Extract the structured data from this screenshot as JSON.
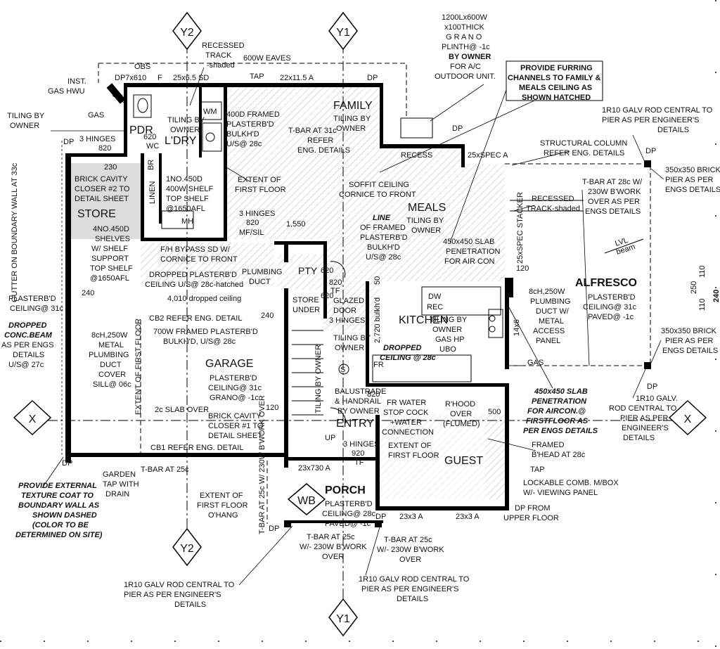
{
  "grid": {
    "y2_top": "Y2",
    "y1_top": "Y1",
    "y2_bottom": "Y2",
    "y1_bottom": "Y1",
    "x_left": "X",
    "x_right": "X",
    "wb": "WB"
  },
  "rooms": {
    "family": "FAMILY",
    "meals": "MEALS",
    "alfresco": "ALFRESCO",
    "store": "STORE",
    "garage": "GARAGE",
    "kitchen": "KITCHEN",
    "entry": "ENTRY",
    "guest": "GUEST",
    "porch": "PORCH",
    "pdr": "PDR",
    "ldry": "L'DRY",
    "pty": "PTY",
    "mh": "MH",
    "wm": "WM",
    "wc": "WC",
    "br": "BR",
    "linen": "LINEN",
    "dw": "DW",
    "rec": "REC",
    "fr": "FR",
    "s": "S"
  },
  "labels": {
    "recessed_track_top": [
      "RECESSED",
      "TRACK",
      "-shaded"
    ],
    "eaves": "600W EAVES",
    "obs": "OBS",
    "dp7x610": "DP7x610",
    "f_top": "F",
    "sd_25": "25x6.5  SD",
    "tap_top": "TAP",
    "a_22": "22x11.5  A",
    "dp_top": "DP",
    "inst_gas": [
      "INST.",
      "GAS HWU"
    ],
    "gas_left": "GAS",
    "tiling_owner_left": [
      "TILING BY",
      "OWNER"
    ],
    "pdr620": "620",
    "ldry_tiling": [
      "TILING BY",
      "OWNER"
    ],
    "framed_bulk": [
      "400D FRAMED",
      "PLASTERB'D",
      "BULKH'D",
      "U/S@ 28c"
    ],
    "family_tiling": [
      "TILING BY",
      "OWNER"
    ],
    "tbar31": [
      "T-BAR AT 31c",
      "REFER",
      "ENG. DETAILS"
    ],
    "plinth": [
      "1200Lx600W",
      "x100THICK",
      "G R A N O",
      "PLINTH@ -1c",
      "BY OWNER",
      "FOR A/C",
      "OUTDOOR UNIT."
    ],
    "furring": [
      "PROVIDE FURRING",
      "CHANNELS TO FAMILY &",
      "MEALS CEILING AS",
      "SHOWN HATCHED"
    ],
    "rod_top_right": [
      "1R10 GALV ROD CENTRAL TO",
      "PIER AS PER ENGINEER'S",
      "DETAILS"
    ],
    "dp_a1": "DP",
    "dp_a2": "DP",
    "three_hinges_a": "3 HINGES",
    "h820": "820",
    "h230": "230",
    "gutter": "GUTTER ON BOUNDARY WALL AT 33c",
    "brick_closer2": [
      "BRICK CAVITY",
      "CLOSER #2 TO",
      "DETAIL SHEET"
    ],
    "shelf450": [
      "1NO.450D",
      "400W SHELF",
      "TOP SHELF",
      "@1650AFL"
    ],
    "extent_ff1": [
      "EXTENT OF",
      "FIRST FLOOR"
    ],
    "recess": "RECESS",
    "spec_a": "25xSPEC  A",
    "struct_col": [
      "STRUCTURAL COLUMN",
      "REFER ENG. DETAILS"
    ],
    "dp_c1": "DP",
    "brick_pier1": [
      "350x350 BRICK",
      "PIER AS PER",
      "ENGS DETAILS"
    ],
    "soffit": [
      "SOFFIT CEILING",
      "CORNICE TO FRONT"
    ],
    "tbar28": [
      "T-BAR AT 28c W/",
      "230W B'WORK",
      "OVER AS PER",
      "ENGS DETAILS"
    ],
    "recessed_track_right": [
      "RECESSED",
      "TRACK-shaded"
    ],
    "stacker": "25xSPEC STACKER",
    "meals_tiling": [
      "TILING BY",
      "OWNER"
    ],
    "shelves4": [
      "4NO.450D",
      "SHELVES",
      "W/ SHELF",
      "SUPPORT",
      "TOP SHELF",
      "@1650AFL"
    ],
    "three_hinges_b": "3 HINGES",
    "mf_sil": "820\nMF/SIL",
    "d1550": "1,550",
    "line_framed": [
      "LINE",
      "OF FRAMED",
      "PLASTERB'D",
      "BULKH'D",
      "U/S@ 28c"
    ],
    "slab_pen": [
      "450x450 SLAB",
      "PENETRATION",
      "FOR AIR CON"
    ],
    "lvl": [
      "LVL",
      "beam"
    ],
    "fh_bypass": [
      "F/H BYPASS SD W/",
      "CORNICE TO FRONT"
    ],
    "dropped_pb": [
      "DROPPED PLASTERB'D",
      "CEILING U/S@ 28c-hatched"
    ],
    "plumbing_duct": [
      "PLUMBING",
      "DUCT"
    ],
    "pty620": "620",
    "d820": "820",
    "tf": "TF",
    "glazed": [
      "GLAZED",
      "DOOR",
      "3 HINGES"
    ],
    "d50": "50",
    "d120": "120",
    "alfresco_ceil": [
      "PLASTERB'D",
      "CEILING@ 31c",
      "PAVED@ -1c"
    ],
    "d110a": "110",
    "d250": "250",
    "d110b": "110",
    "d240r": "240",
    "plasterbd_left": [
      "PLASTERB'D",
      "CEILING@ 31c"
    ],
    "d240l": "240",
    "dropped_ceil": "4,010 dropped ceiling",
    "store_under": [
      "STORE",
      "UNDER"
    ],
    "d620b": "620",
    "d2720": "2,720 bulkh'd",
    "pl_duct_right": [
      "8cH,250W",
      "PLUMBING",
      "DUCT W/",
      "METAL",
      "ACCESS",
      "PANEL"
    ],
    "dropped_conc": [
      "DROPPED",
      "CONC.BEAM",
      "AS PER ENGS",
      "DETAILS",
      "U/S@ 27c"
    ],
    "cb2": "CB2 REFER ENG. DETAIL",
    "framed700": [
      "700W FRAMED PLASTERB'D",
      "BULKH'D, U/S@ 28c"
    ],
    "d240m": "240",
    "tiling_kitchen": [
      "TILING BY",
      "OWNER",
      "GAS HP",
      "UBO"
    ],
    "d14x6": "14x6",
    "brick_pier2": [
      "350x350 BRICK",
      "PIER AS PER",
      "ENGS DETAILS"
    ],
    "metal_duct": [
      "8cH,250W",
      "METAL",
      "PLUMBING",
      "DUCT",
      "COVER",
      "SILL@ 06c"
    ],
    "extent_ff_v": "EXTENT OF FIRST FLOOR",
    "garage_ceil": [
      "PLASTERB'D",
      "CEILING@ 31c",
      "GRANO@ -1c"
    ],
    "tiling_entry": [
      "TILING BY",
      "OWNER"
    ],
    "dropped_kitchen": [
      "DROPPED",
      "CEILING @ 28c"
    ],
    "gas_right": "GAS",
    "dp_c2": "DP",
    "slab_pen_ff": [
      "450x450 SLAB",
      "PENETRATION",
      "FOR AIRCON.@",
      "FIRSTFLOOR AS",
      "PER ENGS DETAILS"
    ],
    "rod_right": [
      "1R10 GALV.",
      "ROD CENTRAL TO",
      "PIER AS PER",
      "ENGINEER'S",
      "DETAILS"
    ],
    "tiling_stair": "TILING BY OWNER",
    "balustrade": [
      "BALUSTRADE",
      "& HANDRAIL",
      "BY OWNER"
    ],
    "d820b": "820",
    "stop_cock": [
      "FR WATER",
      "STOP COCK",
      "+WATER",
      "CONNECTION"
    ],
    "rhood": [
      "R'HOOD",
      "OVER",
      "(FLUMED)"
    ],
    "d500": "500",
    "slab_over": "2c SLAB OVER",
    "brick_closer1": [
      "BRICK CAVITY",
      "CLOSER #1 TO",
      "DETAIL SHEET"
    ],
    "d120b": "120",
    "up": "UP",
    "hinges_entry": [
      "3 HINGES",
      "920",
      "TF"
    ],
    "extent_ff2": [
      "EXTENT OF",
      "FIRST FLOOR"
    ],
    "framed_bhead": [
      "FRAMED",
      "B'HEAD AT 28c"
    ],
    "cb1": "CB1 REFER ENG. DETAIL",
    "dp_b1": "DP",
    "garden_tap": [
      "GARDEN",
      "TAP WITH",
      "DRAIN"
    ],
    "tbar25": "T-BAR AT 25c",
    "tbar25_v": "T-BAR AT 25c W/ 230W B'WORK OVER",
    "a23x730": "23x730  A",
    "tap_right": "TAP",
    "mbox": [
      "LOCKABLE COMB. M/BOX",
      "W/- VIEWING PANEL"
    ],
    "ext_texture": [
      "PROVIDE EXTERNAL",
      "TEXTURE COAT TO",
      "BOUNDARY WALL AS",
      "SHOWN DASHED",
      "(COLOR TO BE",
      "DETERMINED ON SITE)"
    ],
    "extent_ff3": [
      "EXTENT OF",
      "FIRST FLOOR",
      "O'HANG"
    ],
    "porch_ceil": [
      "PLASTERB'D",
      "CEILING@ 28c",
      "PAVED@ -1c"
    ],
    "a23x3a": "23x3  A",
    "a23x3b": "23x3  A",
    "dp_upper": [
      "DP FROM",
      "UPPER FLOOR"
    ],
    "dp_b2": "DP",
    "dp_b3": "DP",
    "tbar_bottom_l": [
      "T-BAR AT 25c",
      "W/- 230W B'WORK",
      "OVER"
    ],
    "tbar_bottom_r": [
      "T-BAR AT 25c",
      "W/- 230W B'WORK",
      "OVER"
    ],
    "rod_bottom_l": [
      "1R10 GALV ROD CENTRAL TO",
      "PIER AS PER ENGINEER'S",
      "DETAILS"
    ],
    "rod_bottom_r": [
      "1R10 GALV ROD CENTRAL TO",
      "PIER AS PER ENGINEER'S",
      "DETAILS"
    ]
  }
}
